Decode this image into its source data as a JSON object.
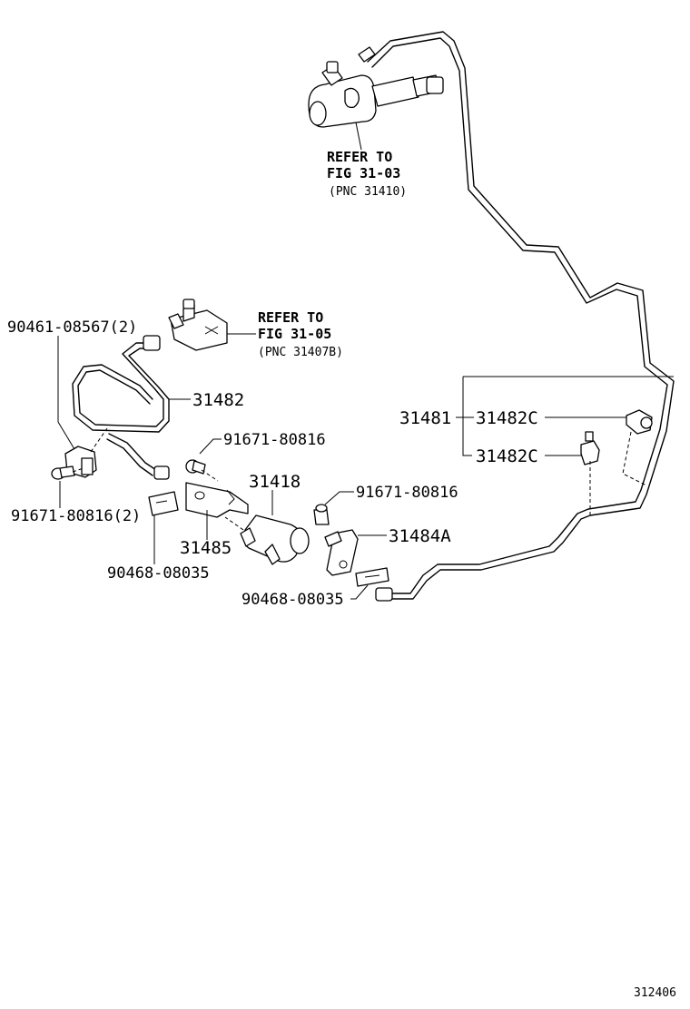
{
  "labels": {
    "ref_master_line1": "REFER TO",
    "ref_master_line2": "FIG 31-03",
    "ref_master_line3": "(PNC 31410)",
    "ref_valve_line1": "REFER TO",
    "ref_valve_line2": "FIG 31-05",
    "ref_valve_line3": "(PNC 31407B)",
    "p_90461": "90461-08567(2)",
    "p_31482": "31482",
    "p_91671_a": "91671-80816",
    "p_91671_b": "91671-80816(2)",
    "p_31418": "31418",
    "p_91671_c": "91671-80816",
    "p_31485": "31485",
    "p_31484A": "31484A",
    "p_90468_a": "90468-08035",
    "p_90468_b": "90468-08035",
    "p_31481": "31481",
    "p_31482C_a": "31482C",
    "p_31482C_b": "31482C",
    "figure_number": "312406"
  }
}
